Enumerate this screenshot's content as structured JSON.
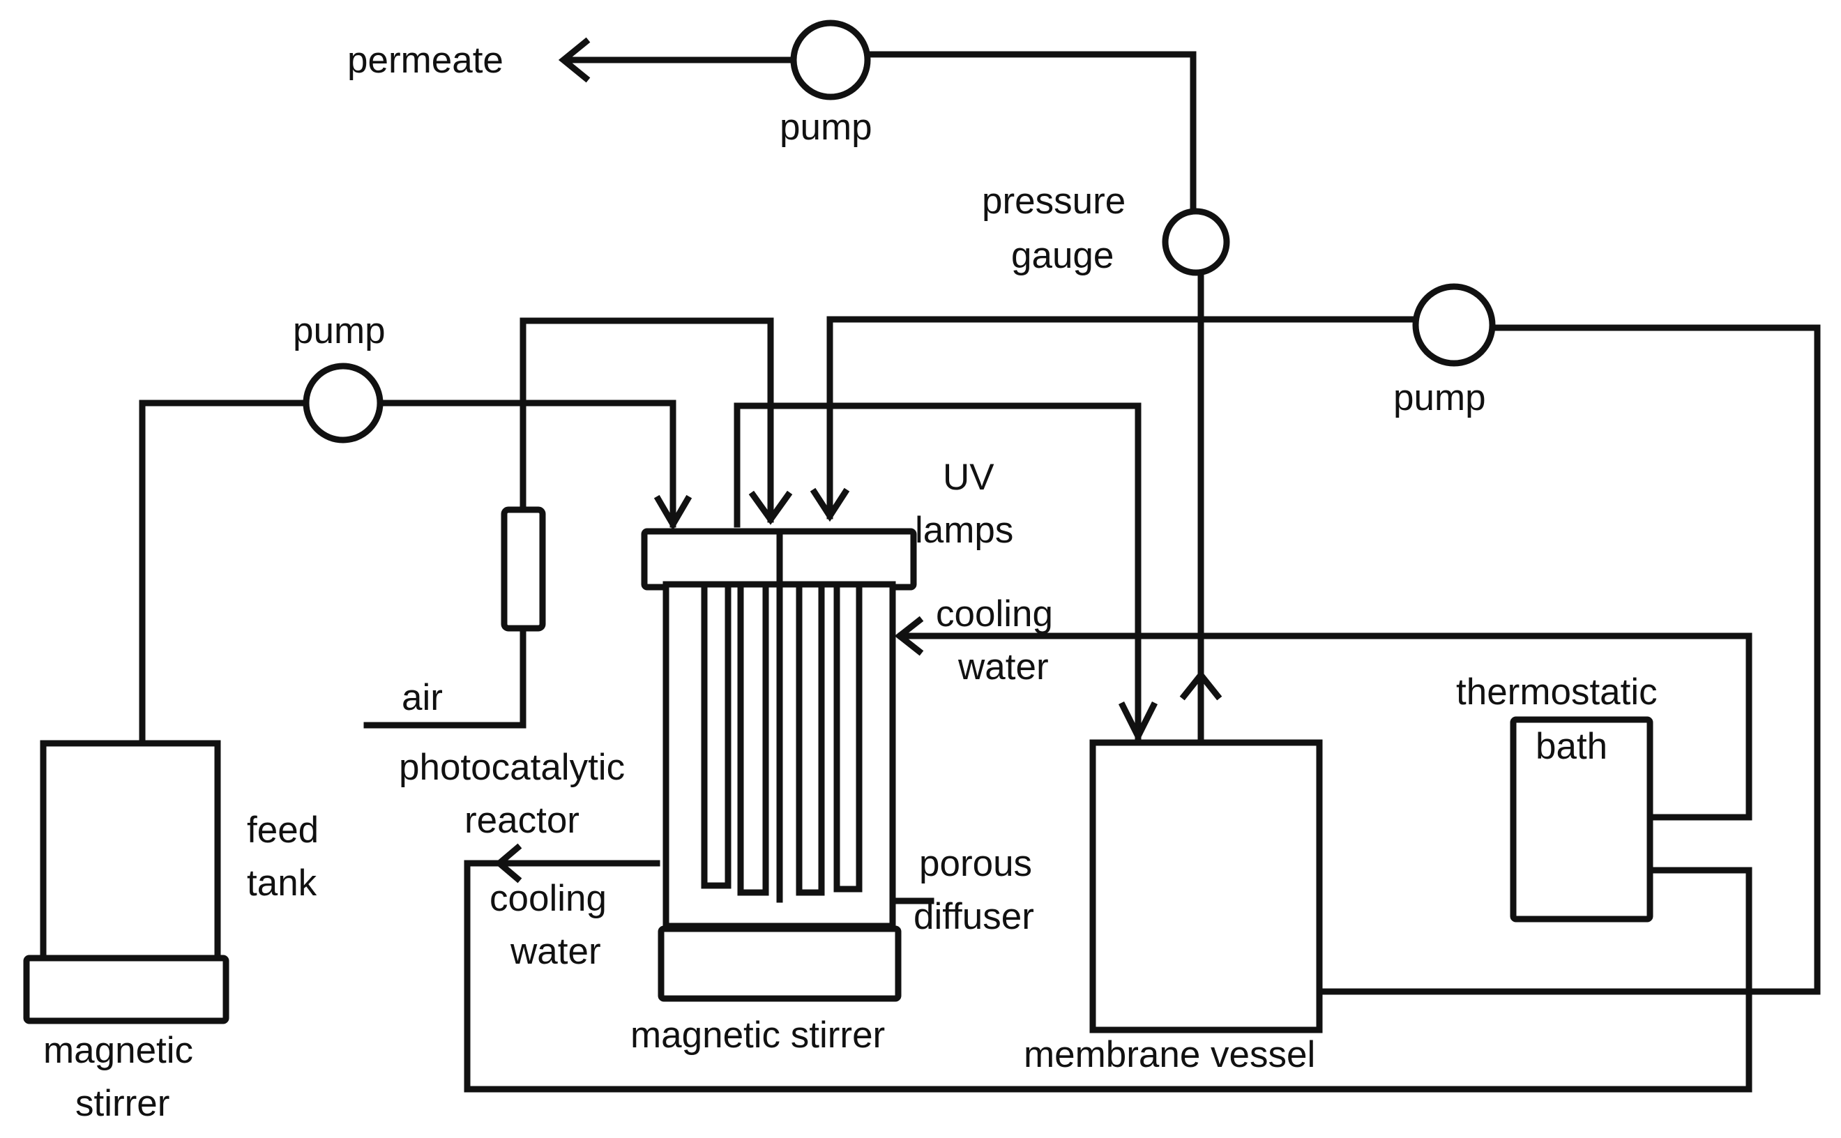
{
  "labels": {
    "permeate": "permeate",
    "pump_top": "pump",
    "pressure_1": "pressure",
    "pressure_2": "gauge",
    "pump_left": "pump",
    "pump_right": "pump",
    "uv_1": "UV",
    "uv_2": "lamps",
    "cooling_in_1": "cooling",
    "cooling_in_2": "water",
    "thermo_1": "thermostatic",
    "thermo_2": "bath",
    "air": "air",
    "reactor_1": "photocatalytic",
    "reactor_2": "reactor",
    "feed_1": "feed",
    "feed_2": "tank",
    "porous_1": "porous",
    "porous_2": "diffuser",
    "cooling_out_1": "cooling",
    "cooling_out_2": "water",
    "stirrer_left_1": "magnetic",
    "stirrer_left_2": "stirrer",
    "stirrer_center": "magnetic stirrer",
    "membrane": "membrane vessel"
  }
}
